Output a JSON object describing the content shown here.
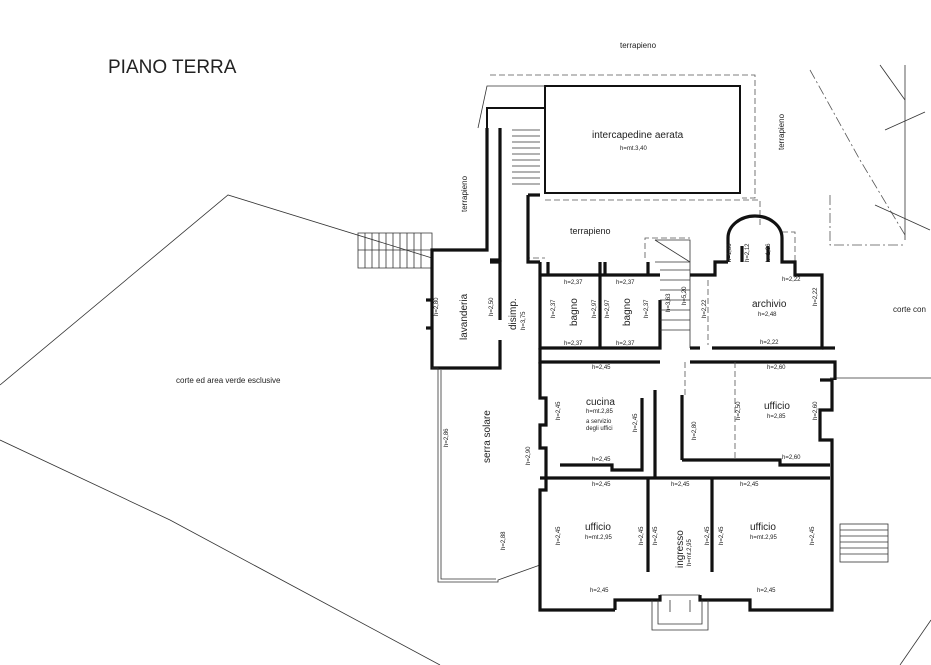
{
  "title": "PIANO TERRA",
  "outside": {
    "terrapieno_top": "terrapieno",
    "terrapieno_left": "terrapieno",
    "terrapieno_right": "terrapieno",
    "terrapieno_mid": "terrapieno",
    "corte_verde": "corte ed area verde esclusive",
    "corte_right": "corte con",
    "serra": "serra solare"
  },
  "rooms": {
    "intercapedine": {
      "name": "intercapedine aerata",
      "h": "h=mt.3,40"
    },
    "lavanderia": {
      "name": "lavanderia"
    },
    "disimp": {
      "name": "disimp.",
      "h": "h=3,75"
    },
    "bagno1": {
      "name": "bagno"
    },
    "bagno2": {
      "name": "bagno"
    },
    "archivio": {
      "name": "archivio",
      "h": "h=2,48"
    },
    "cucina": {
      "name": "cucina",
      "h": "h=mt.2,85",
      "note1": "a servizio",
      "note2": "degli uffici"
    },
    "ufficio_r": {
      "name": "ufficio",
      "h": "h=2,85"
    },
    "ufficio_l": {
      "name": "ufficio",
      "h": "h=mt.2,95"
    },
    "ingresso": {
      "name": "ingresso",
      "h": "h=mt.2,95"
    },
    "ufficio_br": {
      "name": "ufficio",
      "h": "h=mt.2,95"
    }
  },
  "heights": {
    "h280": "h=2,80",
    "h250": "h=2,50",
    "h237": "h=2,37",
    "h297": "h=2,97",
    "h363": "h=3,63",
    "h520": "h=5,20",
    "h222": "h=2,22",
    "h212": "h=2,12",
    "h186": "h=1,86",
    "h245": "h=2,45",
    "h260": "h=2,60",
    "h290": "h=2,90",
    "h286": "h=2,86",
    "h288": "h=2,88"
  }
}
